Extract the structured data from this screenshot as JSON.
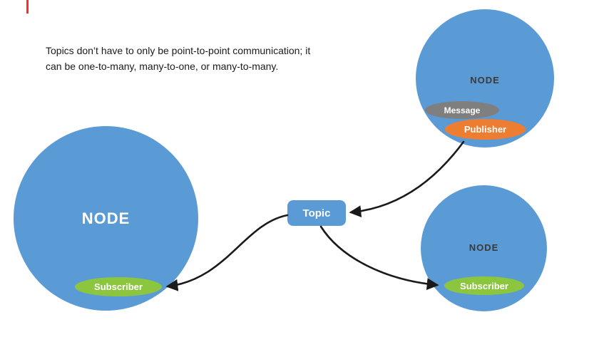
{
  "caption": {
    "line1": "Topics don’t have to only be point-to-point communication; it",
    "line2": "can be one-to-many, many-to-one, or many-to-many."
  },
  "topic": {
    "label": "Topic"
  },
  "nodes": {
    "left": {
      "label": "NODE",
      "subscriber": "Subscriber"
    },
    "top_right": {
      "label": "NODE",
      "message": "Message",
      "publisher": "Publisher"
    },
    "bottom_right": {
      "label": "NODE",
      "subscriber": "Subscriber"
    }
  },
  "colors": {
    "node_blue": "#5B9BD5",
    "subscriber_green": "#8CC63F",
    "publisher_orange": "#ED7D31",
    "message_gray": "#7F7F7F",
    "arrow_black": "#1A1A1A",
    "marker_red": "#FF2A2A"
  }
}
